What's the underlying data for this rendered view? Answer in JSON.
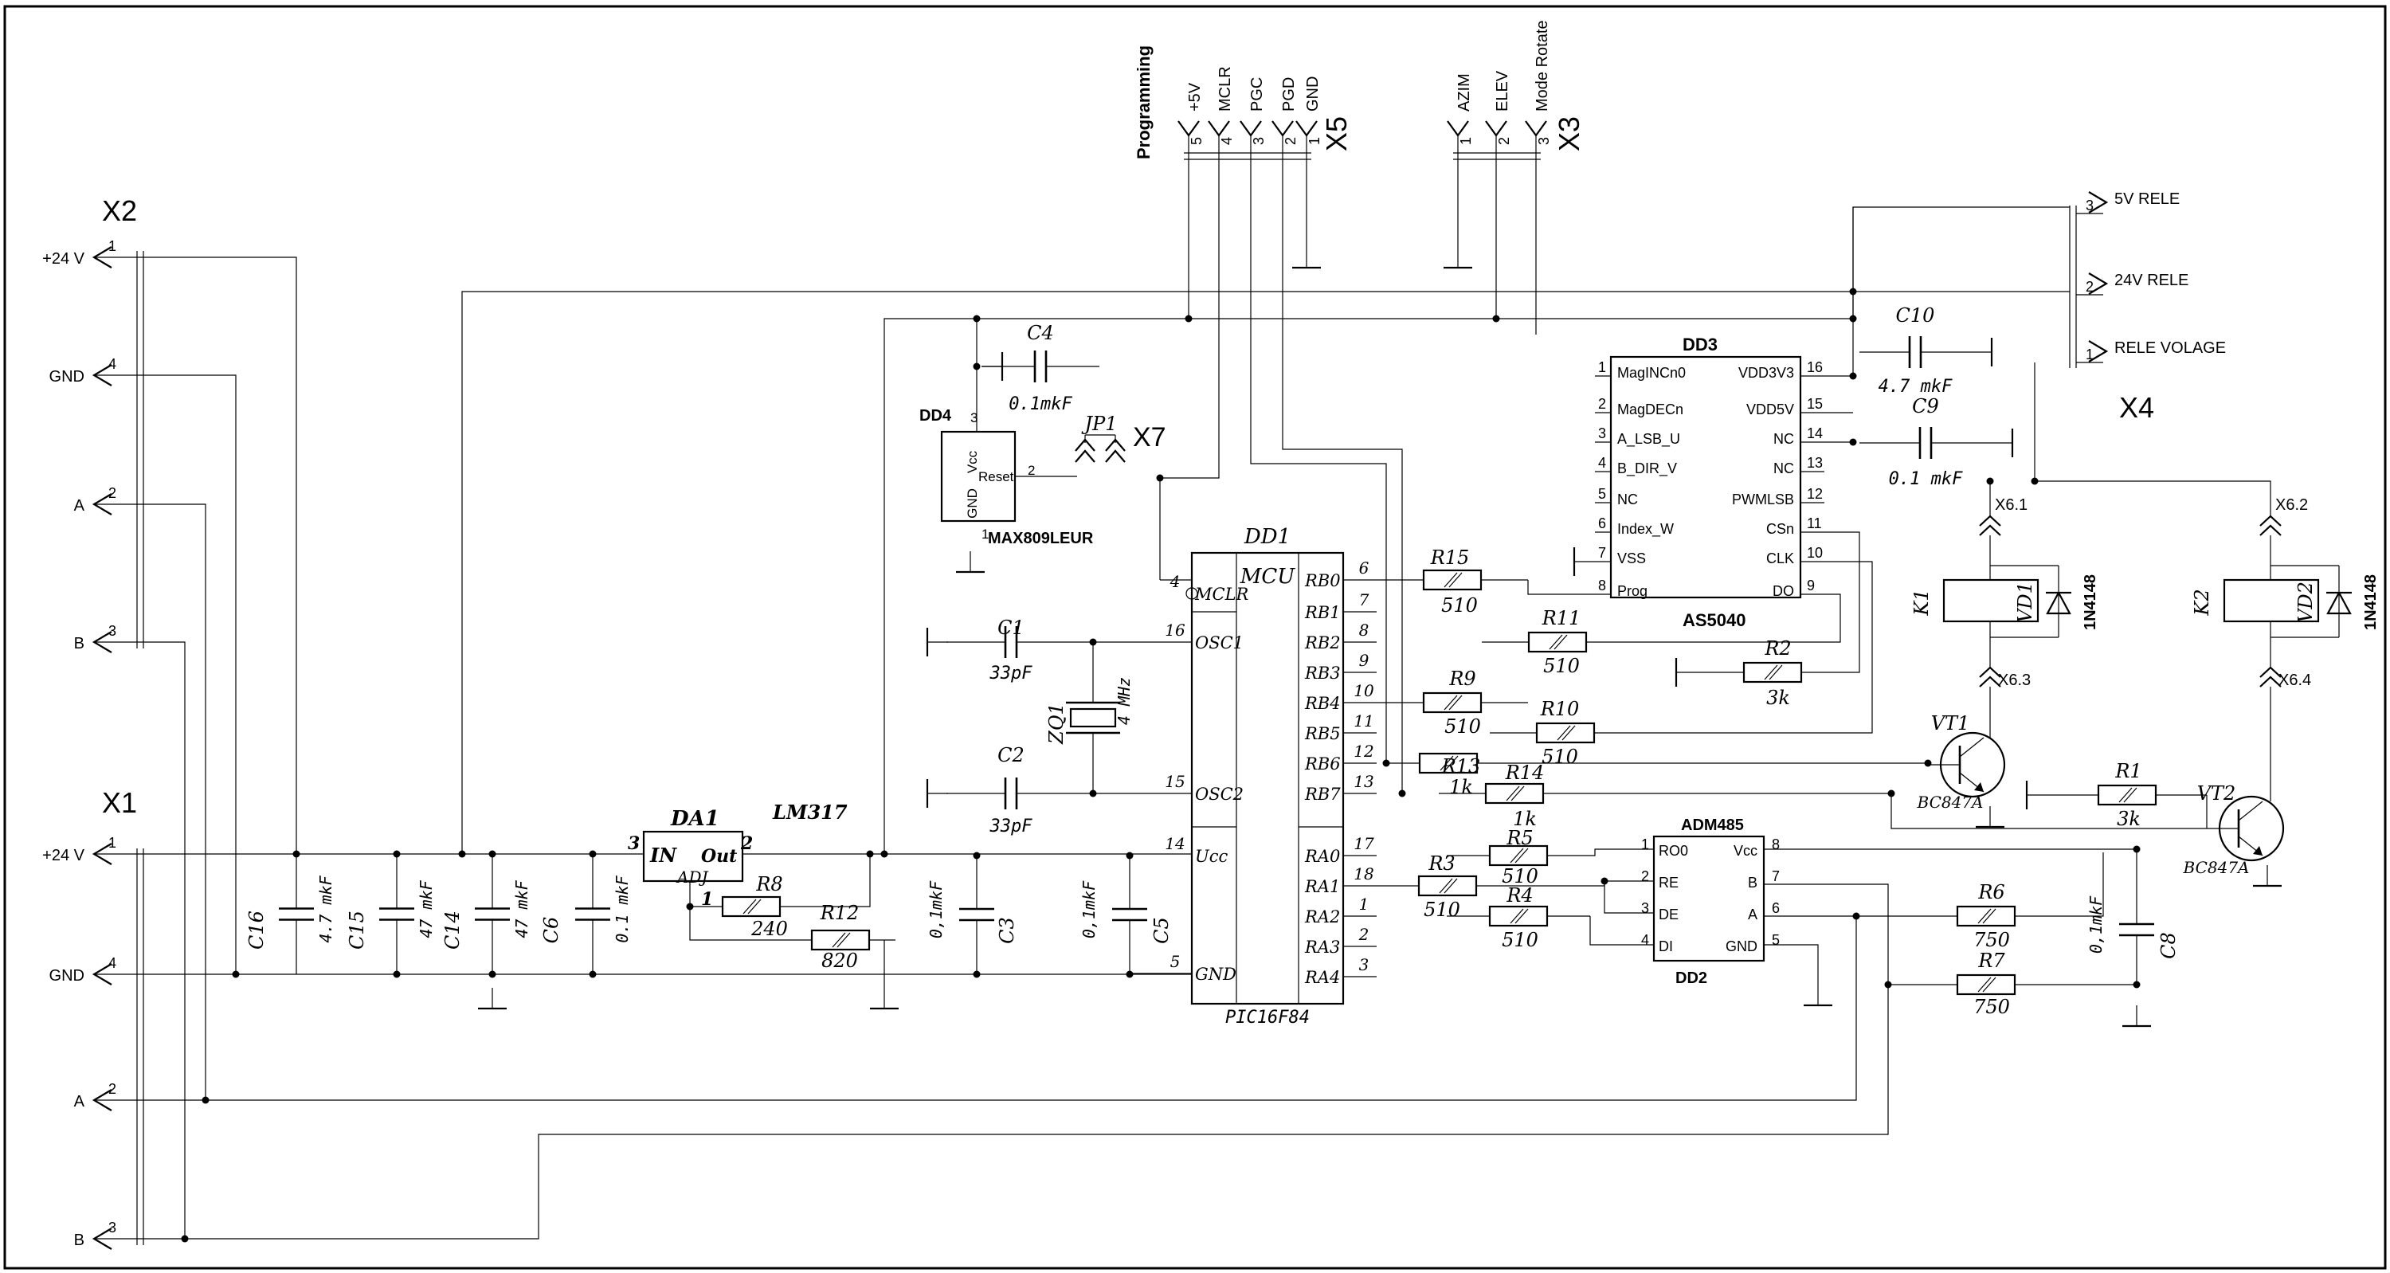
{
  "connectors": {
    "x2": {
      "title": "X2",
      "pins": [
        {
          "label": "+24 V",
          "num": "1"
        },
        {
          "label": "GND",
          "num": "4"
        },
        {
          "label": "A",
          "num": "2"
        },
        {
          "label": "B",
          "num": "3"
        }
      ]
    },
    "x1": {
      "title": "X1",
      "pins": [
        {
          "label": "+24 V",
          "num": "1"
        },
        {
          "label": "GND",
          "num": "4"
        },
        {
          "label": "A",
          "num": "2"
        },
        {
          "label": "B",
          "num": "3"
        }
      ]
    },
    "x5": {
      "title": "X5",
      "group": "Programming",
      "pins": [
        {
          "label": "+5V",
          "num": "5"
        },
        {
          "label": "MCLR",
          "num": "4"
        },
        {
          "label": "PGC",
          "num": "3"
        },
        {
          "label": "PGD",
          "num": "2"
        },
        {
          "label": "GND",
          "num": "1"
        }
      ]
    },
    "x3": {
      "title": "X3",
      "pins": [
        {
          "label": "AZIM",
          "num": "1"
        },
        {
          "label": "ELEV",
          "num": "2"
        },
        {
          "label": "Mode Rotate",
          "num": "3"
        }
      ]
    },
    "x4": {
      "title": "X4",
      "pins": [
        {
          "label": "5V RELE",
          "num": "3"
        },
        {
          "label": "24V RELE",
          "num": "2"
        },
        {
          "label": "RELE VOLAGE",
          "num": "1"
        }
      ]
    },
    "x7": {
      "title": "X7"
    },
    "x6": {
      "pins": [
        "X6.1",
        "X6.2",
        "X6.3",
        "X6.4"
      ]
    }
  },
  "dd1": {
    "ref": "DD1",
    "type": "MCU",
    "part": "PIC16F84",
    "left": [
      {
        "num": "4",
        "name": "MCLR"
      },
      {
        "num": "16",
        "name": "OSC1"
      },
      {
        "num": "15",
        "name": "OSC2"
      },
      {
        "num": "14",
        "name": "Ucc"
      },
      {
        "num": "5",
        "name": "GND"
      }
    ],
    "right": [
      {
        "num": "6",
        "name": "RB0"
      },
      {
        "num": "7",
        "name": "RB1"
      },
      {
        "num": "8",
        "name": "RB2"
      },
      {
        "num": "9",
        "name": "RB3"
      },
      {
        "num": "10",
        "name": "RB4"
      },
      {
        "num": "11",
        "name": "RB5"
      },
      {
        "num": "12",
        "name": "RB6"
      },
      {
        "num": "13",
        "name": "RB7"
      },
      {
        "num": "17",
        "name": "RA0"
      },
      {
        "num": "18",
        "name": "RA1"
      },
      {
        "num": "1",
        "name": "RA2"
      },
      {
        "num": "2",
        "name": "RA3"
      },
      {
        "num": "3",
        "name": "RA4"
      }
    ]
  },
  "dd3": {
    "ref": "DD3",
    "part": "AS5040",
    "left": [
      {
        "num": "1",
        "name": "MagINCn0"
      },
      {
        "num": "2",
        "name": "MagDECn"
      },
      {
        "num": "3",
        "name": "A_LSB_U"
      },
      {
        "num": "4",
        "name": "B_DIR_V"
      },
      {
        "num": "5",
        "name": "NC"
      },
      {
        "num": "6",
        "name": "Index_W"
      },
      {
        "num": "7",
        "name": "VSS"
      },
      {
        "num": "8",
        "name": "Prog"
      }
    ],
    "right": [
      {
        "num": "16",
        "name": "VDD3V3"
      },
      {
        "num": "15",
        "name": "VDD5V"
      },
      {
        "num": "14",
        "name": "NC"
      },
      {
        "num": "13",
        "name": "NC"
      },
      {
        "num": "12",
        "name": "PWMLSB"
      },
      {
        "num": "11",
        "name": "CSn"
      },
      {
        "num": "10",
        "name": "CLK"
      },
      {
        "num": "9",
        "name": "DO"
      }
    ]
  },
  "dd2": {
    "ref": "DD2",
    "part": "ADM485",
    "left": [
      {
        "num": "1",
        "name": "RO0"
      },
      {
        "num": "2",
        "name": "RE"
      },
      {
        "num": "3",
        "name": "DE"
      },
      {
        "num": "4",
        "name": "DI"
      }
    ],
    "right": [
      {
        "num": "8",
        "name": "Vcc"
      },
      {
        "num": "7",
        "name": "B"
      },
      {
        "num": "6",
        "name": "A"
      },
      {
        "num": "5",
        "name": "GND"
      }
    ]
  },
  "dd4": {
    "ref": "DD4",
    "part": "MAX809LEUR",
    "pins": [
      {
        "num": "3",
        "name": "Vcc"
      },
      {
        "num": "2",
        "name": "Reset"
      },
      {
        "num": "1",
        "name": "GND"
      }
    ]
  },
  "da1": {
    "ref": "DA1",
    "part": "LM317",
    "in_label": "IN",
    "out_label": "Out",
    "adj_label": "ADJ",
    "pin_in": "3",
    "pin_out": "2",
    "pin_adj": "1"
  },
  "jumper": {
    "ref": "JP1"
  },
  "crystal": {
    "ref": "ZQ1",
    "value": "4 MHz"
  },
  "resistors": [
    {
      "ref": "R15",
      "value": "510"
    },
    {
      "ref": "R11",
      "value": "510"
    },
    {
      "ref": "R2",
      "value": "3k"
    },
    {
      "ref": "R9",
      "value": "510"
    },
    {
      "ref": "R10",
      "value": "510"
    },
    {
      "ref": "R13",
      "value": "1k"
    },
    {
      "ref": "R14",
      "value": "1k"
    },
    {
      "ref": "R5",
      "value": "510"
    },
    {
      "ref": "R3",
      "value": "510"
    },
    {
      "ref": "R4",
      "value": "510"
    },
    {
      "ref": "R8",
      "value": "240"
    },
    {
      "ref": "R12",
      "value": "820"
    },
    {
      "ref": "R6",
      "value": "750"
    },
    {
      "ref": "R7",
      "value": "750"
    },
    {
      "ref": "R1",
      "value": "3k"
    }
  ],
  "capacitors": [
    {
      "ref": "C4",
      "value": "0.1mkF"
    },
    {
      "ref": "C1",
      "value": "33pF"
    },
    {
      "ref": "C2",
      "value": "33pF"
    },
    {
      "ref": "C10",
      "value": "4.7 mkF"
    },
    {
      "ref": "C9",
      "value": "0.1 mkF"
    },
    {
      "ref": "C16",
      "value": "4.7 mkF"
    },
    {
      "ref": "C15",
      "value": "47 mkF"
    },
    {
      "ref": "C14",
      "value": "47 mkF"
    },
    {
      "ref": "C6",
      "value": "0.1 mkF"
    },
    {
      "ref": "C3",
      "value": "0,1mkF"
    },
    {
      "ref": "C5",
      "value": "0,1mkF"
    },
    {
      "ref": "C8",
      "value": "0,1mkF"
    }
  ],
  "relays": [
    {
      "ref": "K1"
    },
    {
      "ref": "K2"
    }
  ],
  "diodes": [
    {
      "ref": "VD1",
      "part": "1N4148"
    },
    {
      "ref": "VD2",
      "part": "1N4148"
    }
  ],
  "transistors": [
    {
      "ref": "VT1",
      "part": "BC847A"
    },
    {
      "ref": "VT2",
      "part": "BC847A"
    }
  ]
}
